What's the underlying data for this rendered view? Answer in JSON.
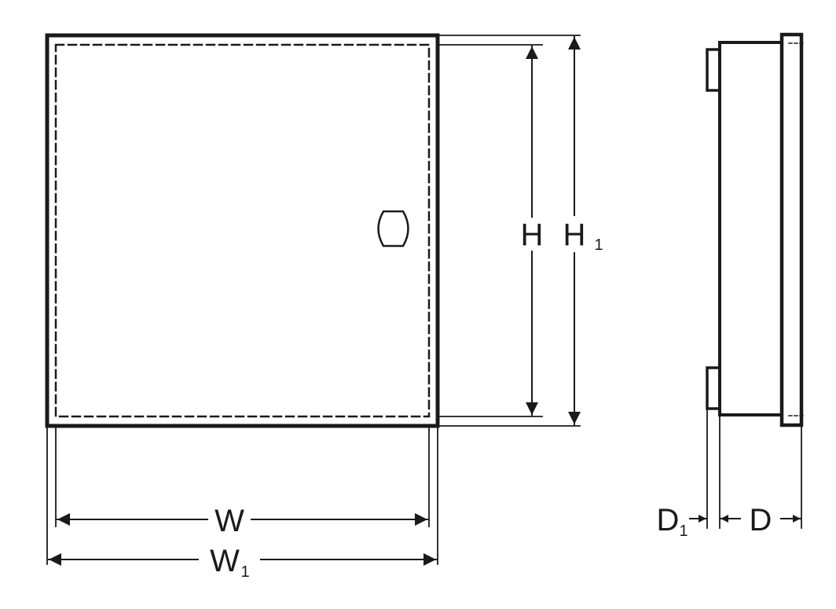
{
  "diagram": {
    "colors": {
      "line": "#1a1a1a",
      "background": "#ffffff"
    },
    "labels": {
      "height_inner": "H",
      "height_outer": "H",
      "height_outer_sub": "1",
      "width_inner": "W",
      "width_outer": "W",
      "width_outer_sub": "1",
      "depth": "D",
      "depth_front": "D",
      "depth_front_sub": "1"
    }
  }
}
